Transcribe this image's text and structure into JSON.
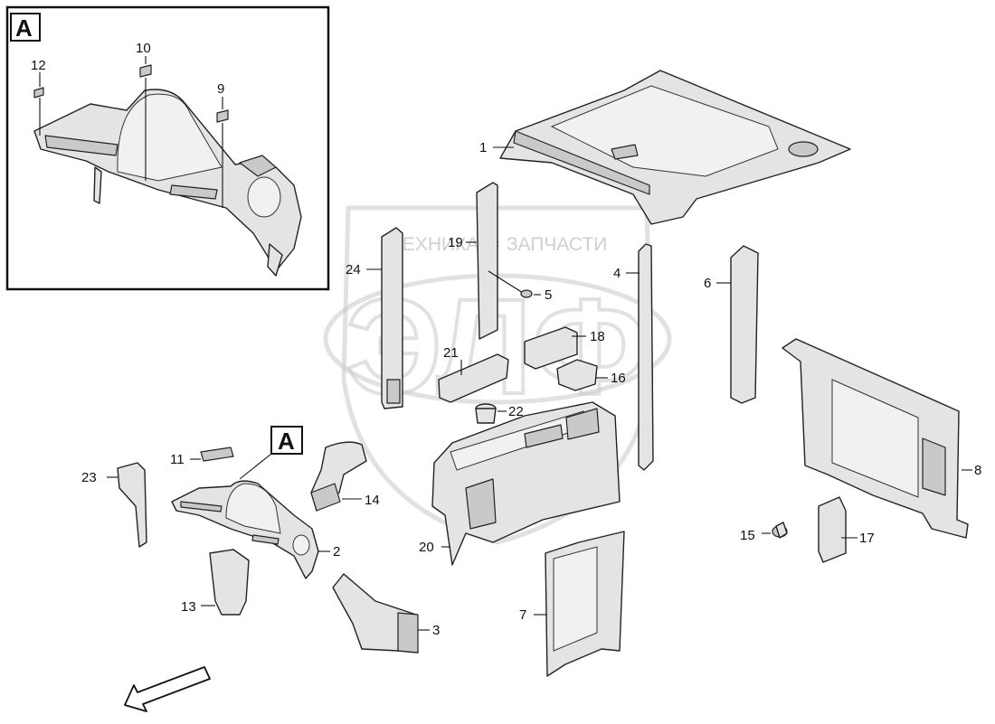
{
  "inset": {
    "tag": "A"
  },
  "callout": {
    "tag": "A"
  },
  "watermark": {
    "line": "ТЕХНИКА ⚙ ЗАПЧАСТИ",
    "letters": "ЭЛФ"
  },
  "labels": {
    "p1": "1",
    "p2": "2",
    "p3": "3",
    "p4": "4",
    "p5": "5",
    "p6": "6",
    "p7": "7",
    "p8": "8",
    "p9": "9",
    "p10": "10",
    "p11": "11",
    "p12": "12",
    "p13": "13",
    "p14": "14",
    "p15": "15",
    "p16": "16",
    "p17": "17",
    "p18": "18",
    "p19": "19",
    "p20": "20",
    "p21": "21",
    "p22": "22",
    "p23": "23",
    "p24": "24"
  },
  "colors": {
    "line": "#222222",
    "fill": "#e4e4e4",
    "watermark": "#c9c9c9"
  },
  "icons": {
    "direction": "arrow-icon"
  }
}
